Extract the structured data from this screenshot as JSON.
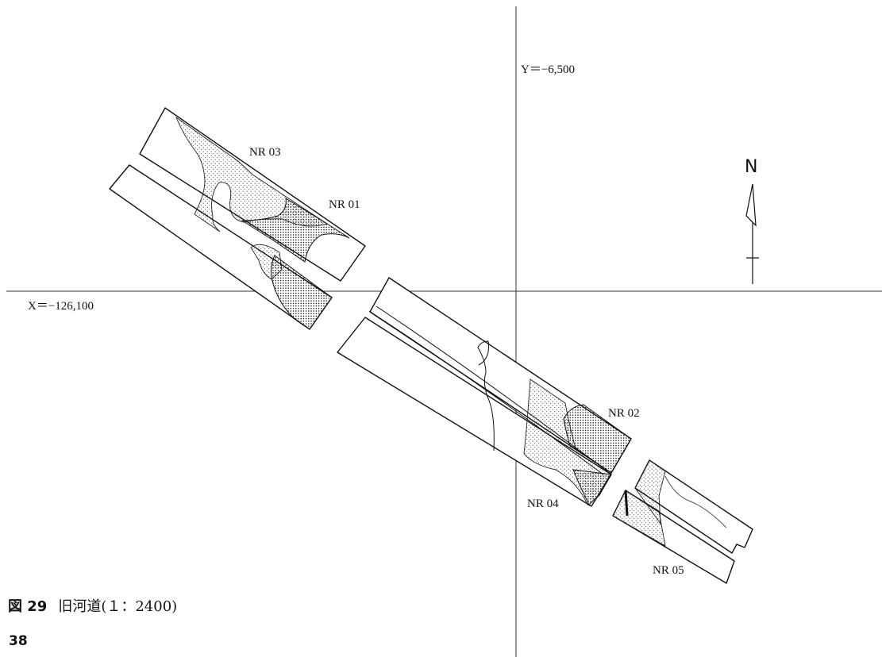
{
  "grid": {
    "y_label": "Y＝−6,500",
    "x_label": "X＝−126,100"
  },
  "north_arrow": {
    "label": "N",
    "icon": "north-arrow-icon"
  },
  "features": [
    {
      "id": "nr03",
      "label": "NR 03"
    },
    {
      "id": "nr01",
      "label": "NR 01"
    },
    {
      "id": "nr02",
      "label": "NR 02"
    },
    {
      "id": "nr04",
      "label": "NR 04"
    },
    {
      "id": "nr05",
      "label": "NR 05"
    }
  ],
  "caption": {
    "figure": "図 29",
    "title": "旧河道(１：2400)"
  },
  "page_number": "38",
  "colors": {
    "ink": "#111111",
    "background": "#ffffff"
  }
}
